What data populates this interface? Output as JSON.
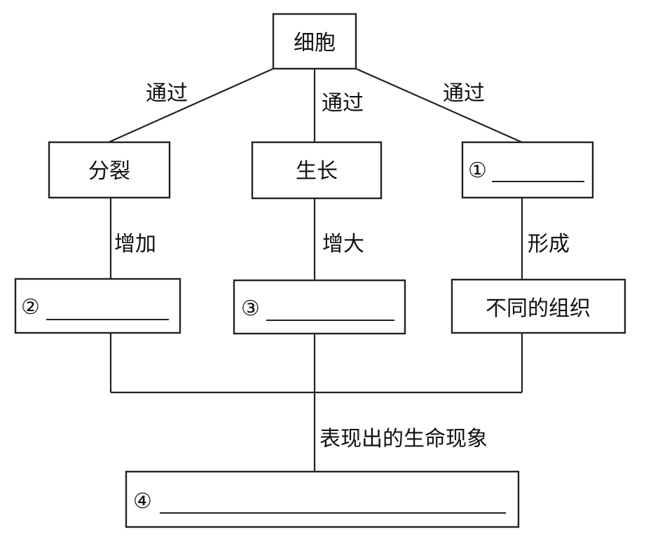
{
  "root": "细胞",
  "edges": {
    "left": "通过",
    "middle": "通过",
    "right": "通过",
    "left_down": "增加",
    "middle_down": "增大",
    "right_down": "形成",
    "bottom": "表现出的生命现象"
  },
  "nodes": {
    "division": "分裂",
    "growth": "生长",
    "blank1_marker": "①",
    "blank2_marker": "②",
    "blank3_marker": "③",
    "tissues": "不同的组织",
    "blank4_marker": "④"
  }
}
